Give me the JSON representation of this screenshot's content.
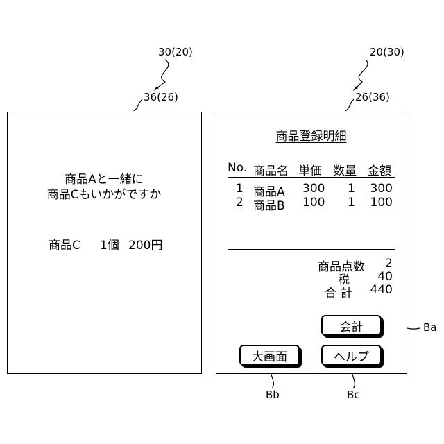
{
  "refs": {
    "left_top": "30(20)",
    "left_screen": "36(26)",
    "right_top": "20(30)",
    "right_screen": "26(36)",
    "ba": "Ba",
    "bb": "Bb",
    "bc": "Bc"
  },
  "left_panel": {
    "line1": "商品Aと一緒に",
    "line2": "商品Cもいかがですか",
    "product": "商品C",
    "qty": "1個",
    "price": "200円"
  },
  "right_panel": {
    "title": "商品登録明細",
    "headers": [
      "No.",
      "商品名",
      "単価",
      "数量",
      "金額"
    ],
    "rows": [
      [
        "1",
        "商品A",
        "300",
        "1",
        "300"
      ],
      [
        "2",
        "商品B",
        "100",
        "1",
        "100"
      ]
    ],
    "summary": {
      "count_label": "商品点数",
      "count_value": "2",
      "tax_label": "税",
      "tax_value": "40",
      "total_label": "合計",
      "total_value": "440"
    },
    "buttons": {
      "checkout": "会計",
      "large_screen": "大画面",
      "help": "ヘルプ"
    }
  }
}
